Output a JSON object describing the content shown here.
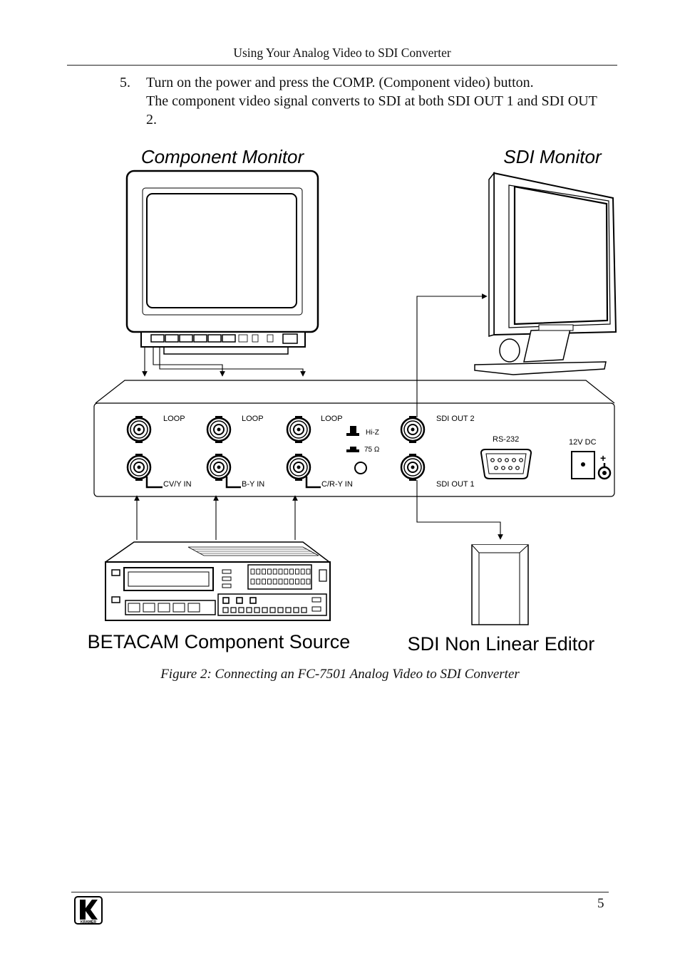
{
  "header": {
    "title": "Using Your Analog Video to SDI Converter"
  },
  "step": {
    "number": "5.",
    "line1": "Turn on the power and press the COMP. (Component video) button.",
    "line2": "The component video signal converts to SDI at both SDI OUT 1 and SDI OUT 2."
  },
  "diagram": {
    "component_monitor": "Component Monitor",
    "sdi_monitor": "SDI Monitor",
    "source": "BETACAM Component Source",
    "editor": "SDI Non Linear Editor",
    "panel": {
      "loop": "LOOP",
      "cvy_in": "CV/Y IN",
      "by_in": "B-Y IN",
      "cry_in": "C/R-Y IN",
      "hiz": "Hi-Z",
      "ohm": "75 Ω",
      "sdi_out2": "SDI OUT 2",
      "sdi_out1": "SDI OUT 1",
      "rs232": "RS-232",
      "dc": "12V DC",
      "plus": "+"
    }
  },
  "caption": "Figure 2: Connecting an FC-7501 Analog Video to SDI Converter",
  "footer": {
    "page_number": "5",
    "logo_text": "KRAMER"
  }
}
